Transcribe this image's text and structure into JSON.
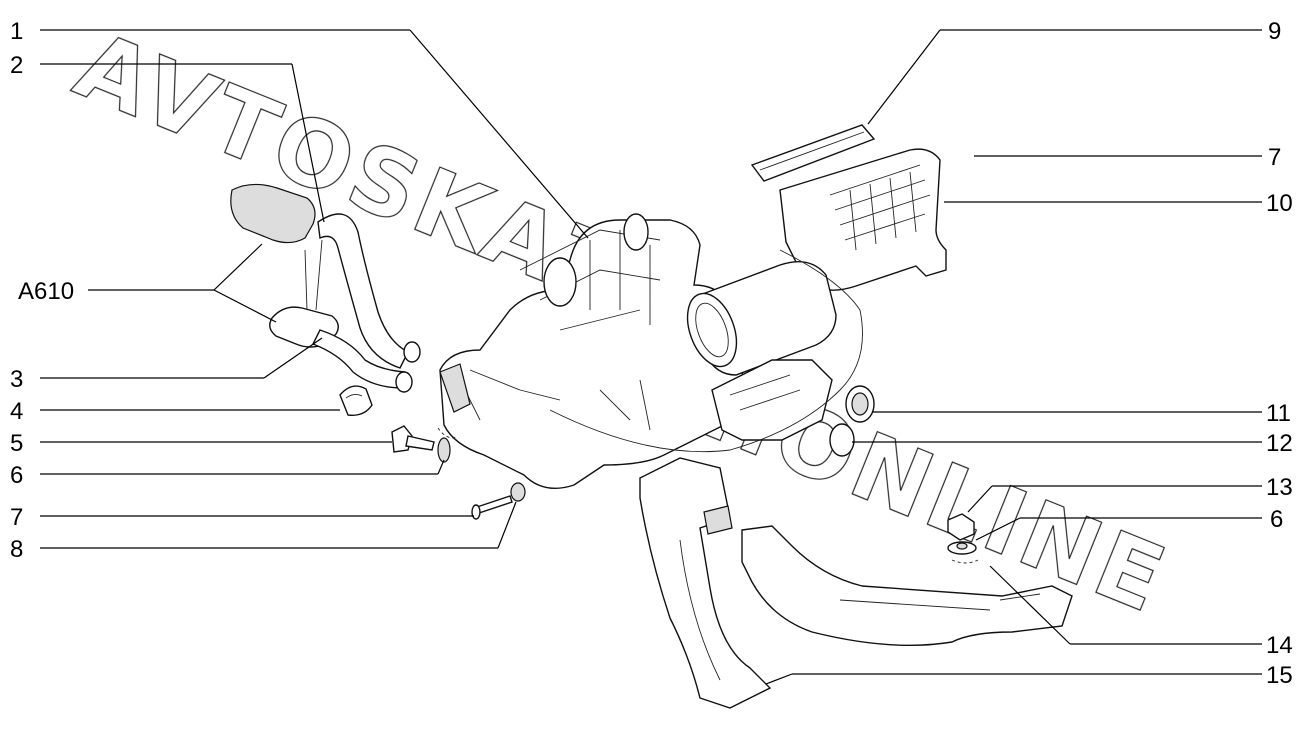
{
  "watermark": [
    "AVTOSKAZ",
    "AT.ONLINE"
  ],
  "callouts_left": [
    {
      "id": "1",
      "label": "1"
    },
    {
      "id": "2",
      "label": "2"
    },
    {
      "id": "A610",
      "label": "A610"
    },
    {
      "id": "3",
      "label": "3"
    },
    {
      "id": "4",
      "label": "4"
    },
    {
      "id": "5",
      "label": "5"
    },
    {
      "id": "6",
      "label": "6"
    },
    {
      "id": "7",
      "label": "7"
    },
    {
      "id": "8",
      "label": "8"
    }
  ],
  "callouts_right": [
    {
      "id": "9",
      "label": "9"
    },
    {
      "id": "7b",
      "label": "7"
    },
    {
      "id": "10",
      "label": "10"
    },
    {
      "id": "11",
      "label": "11"
    },
    {
      "id": "12",
      "label": "12"
    },
    {
      "id": "13",
      "label": "13"
    },
    {
      "id": "6b",
      "label": "6"
    },
    {
      "id": "14",
      "label": "14"
    },
    {
      "id": "15",
      "label": "15"
    }
  ]
}
